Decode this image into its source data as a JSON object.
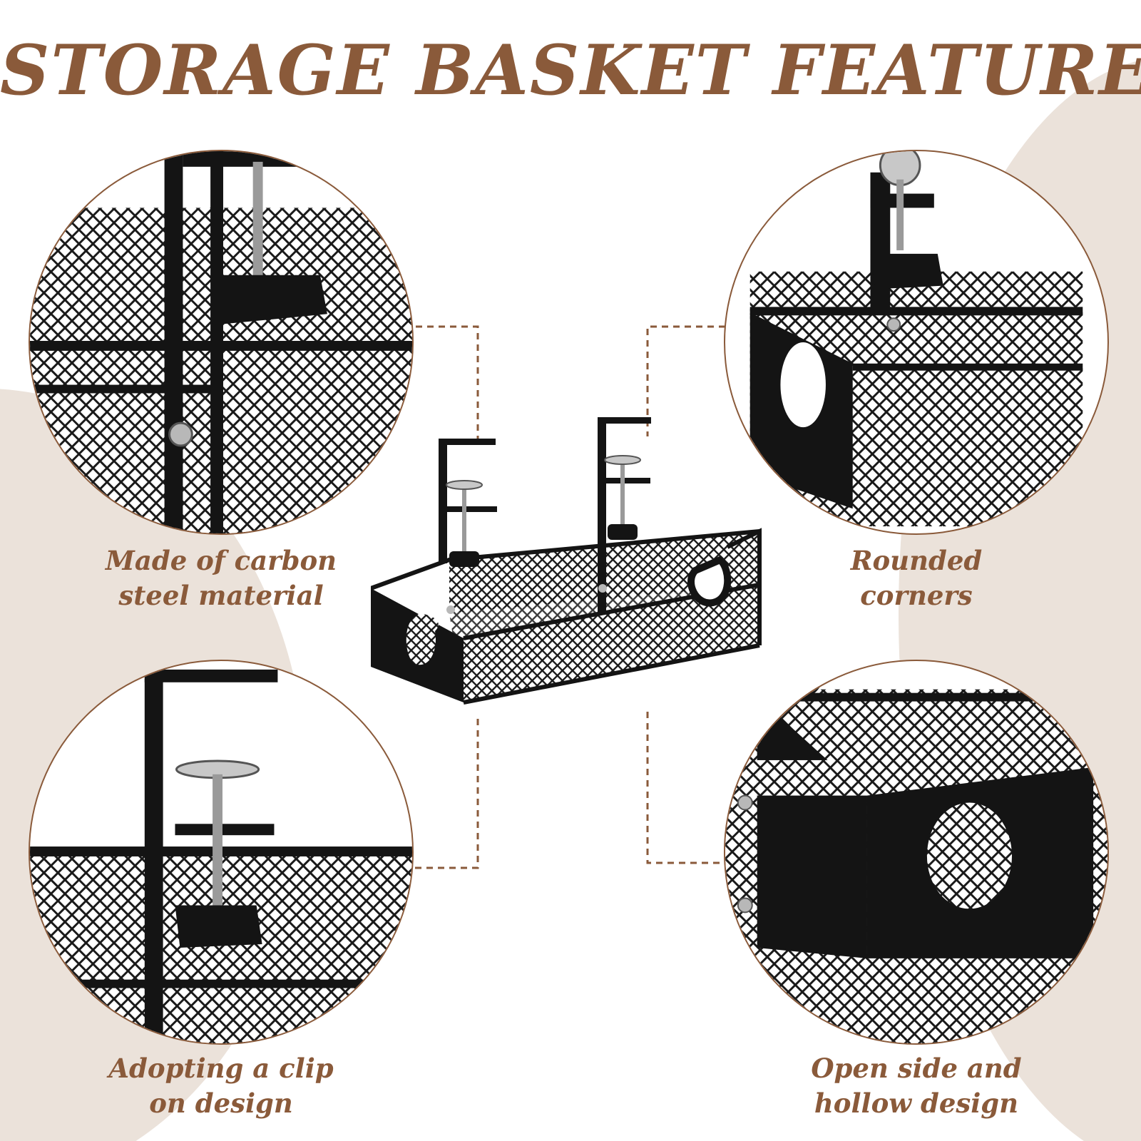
{
  "title": "STORAGE BASKET FEATURES",
  "features": [
    {
      "line1": "Made of carbon",
      "line2": "steel material"
    },
    {
      "line1": "Rounded",
      "line2": "corners"
    },
    {
      "line1": "Adopting a clip",
      "line2": "on design"
    },
    {
      "line1": "Open side and",
      "line2": "hollow design"
    }
  ],
  "colors": {
    "accent": "#8a5a3a",
    "background_shape": "#ebe2da",
    "basket": "#141414"
  }
}
